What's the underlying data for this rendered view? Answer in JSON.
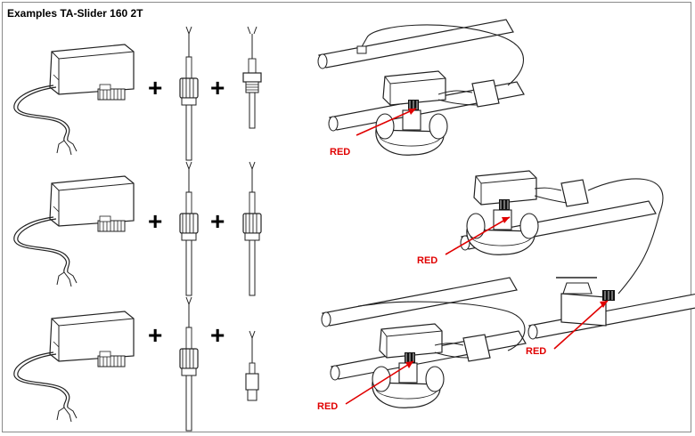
{
  "title": "Examples TA-Slider 160 2T",
  "plus_sign": "+",
  "red_label": "RED",
  "colors": {
    "red_label": "#e00000",
    "outline": "#222222",
    "frame": "#8a8a8a"
  },
  "rows": [
    {
      "parts": [
        "actuator",
        "cable-gland",
        "cable-fitting-threaded"
      ],
      "callout": "RED"
    },
    {
      "parts": [
        "actuator",
        "cable-gland",
        "cable-gland"
      ],
      "callout": "RED"
    },
    {
      "parts": [
        "actuator",
        "cable-gland",
        "cable-connector"
      ],
      "callout": "RED"
    }
  ]
}
